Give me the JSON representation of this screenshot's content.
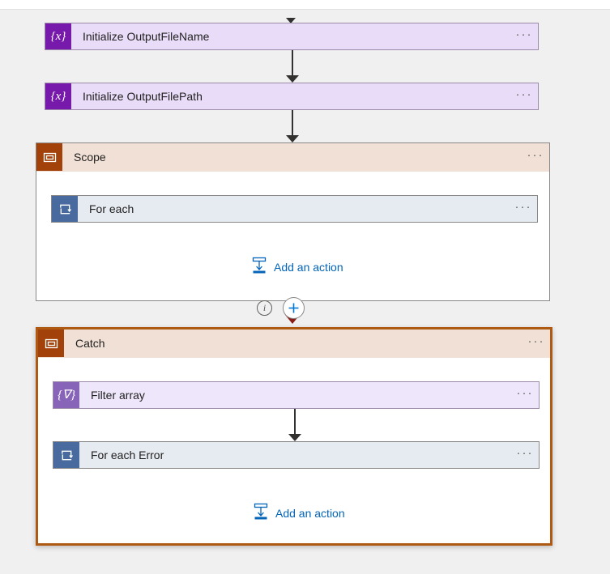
{
  "canvas": {
    "background_color": "#f0f0f0",
    "accent_link_color": "#0364b8",
    "selected_border_color": "#ae5a12"
  },
  "nodes": [
    {
      "id": "initialize-outputfilename",
      "type": "initialize-variable",
      "title": "Initialize OutputFileName",
      "icon": "expression-braces-x-icon",
      "icon_glyph": "{x}",
      "icon_color": "#7719aa",
      "menu": "···"
    },
    {
      "id": "initialize-outputfilepath",
      "type": "initialize-variable",
      "title": "Initialize OutputFilePath",
      "icon": "expression-braces-x-icon",
      "icon_glyph": "{x}",
      "icon_color": "#7719aa",
      "menu": "···"
    },
    {
      "id": "scope",
      "type": "scope",
      "title": "Scope",
      "icon": "scope-rectangle-icon",
      "icon_color": "#a2420a",
      "menu": "···",
      "children": [
        {
          "id": "for-each",
          "type": "foreach",
          "title": "For each",
          "icon": "loop-foreach-icon",
          "icon_color": "#486a9e",
          "menu": "···"
        }
      ],
      "add_action_label": "Add an action"
    },
    {
      "id": "catch",
      "type": "scope",
      "title": "Catch",
      "icon": "scope-rectangle-icon",
      "icon_color": "#a2420a",
      "menu": "···",
      "selected": true,
      "children": [
        {
          "id": "filter-array",
          "type": "filter-array",
          "title": "Filter array",
          "icon": "expression-braces-filter-icon",
          "icon_glyph": "{∇}",
          "icon_color": "#8764b8",
          "menu": "···"
        },
        {
          "id": "for-each-error",
          "type": "foreach",
          "title": "For each Error",
          "icon": "loop-foreach-icon",
          "icon_color": "#486a9e",
          "menu": "···"
        }
      ],
      "add_action_label": "Add an action"
    }
  ],
  "connectors": {
    "insert_button_tooltip_icon": "info-icon",
    "insert_button_icon": "plus-icon",
    "run_after_color": "#8b1d16"
  },
  "labels": {
    "scope_add_action": "Add an action",
    "catch_add_action": "Add an action"
  }
}
